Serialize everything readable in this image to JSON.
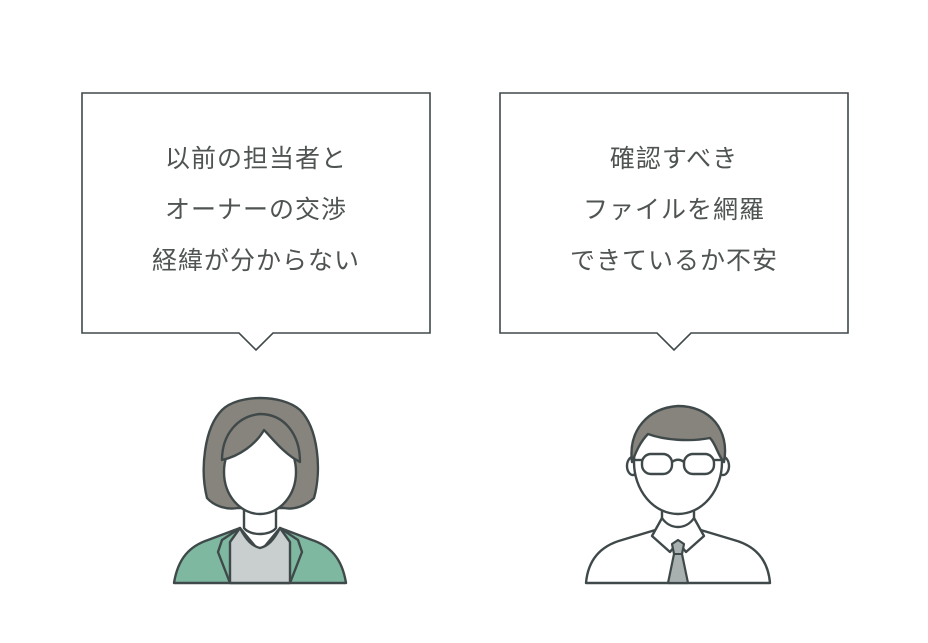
{
  "speakers": [
    {
      "role": "woman",
      "lines": [
        "以前の担当者と",
        "オーナーの交渉",
        "経緯が分からない"
      ]
    },
    {
      "role": "man",
      "lines": [
        "確認すべき",
        "ファイルを網羅",
        "できているか不安"
      ]
    }
  ],
  "colors": {
    "outline": "#40494a",
    "hair": "#86847c",
    "jacket": "#7fb8a0",
    "shirt": "#c9cfcf",
    "tie": "#a9b0b0",
    "text": "#4f5453"
  }
}
